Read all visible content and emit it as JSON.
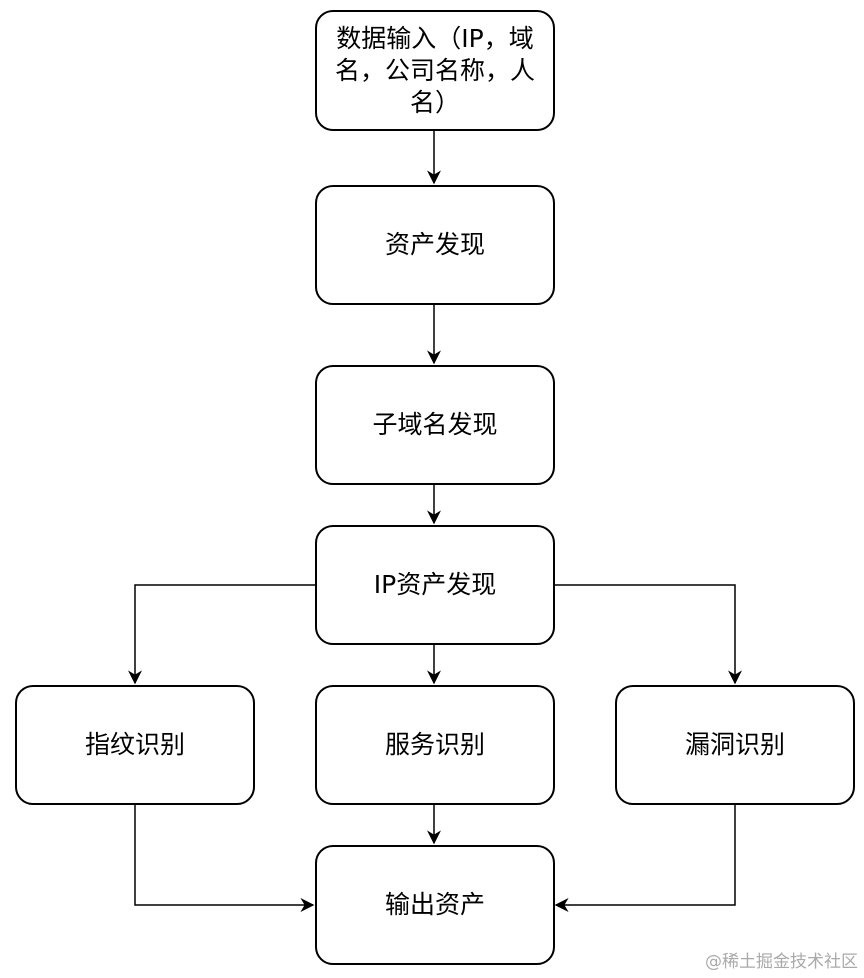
{
  "nodes": {
    "input": "数据输入（IP，域名，公司名称，人名）",
    "asset_discovery": "资产发现",
    "subdomain_discovery": "子域名发现",
    "ip_asset_discovery": "IP资产发现",
    "fingerprint": "指纹识别",
    "service": "服务识别",
    "vulnerability": "漏洞识别",
    "output": "输出资产"
  },
  "edges": [
    {
      "from": "input",
      "to": "asset_discovery"
    },
    {
      "from": "asset_discovery",
      "to": "subdomain_discovery"
    },
    {
      "from": "subdomain_discovery",
      "to": "ip_asset_discovery"
    },
    {
      "from": "ip_asset_discovery",
      "to": "fingerprint"
    },
    {
      "from": "ip_asset_discovery",
      "to": "service"
    },
    {
      "from": "ip_asset_discovery",
      "to": "vulnerability"
    },
    {
      "from": "fingerprint",
      "to": "output"
    },
    {
      "from": "service",
      "to": "output"
    },
    {
      "from": "vulnerability",
      "to": "output"
    }
  ],
  "watermark": "@稀土掘金技术社区"
}
